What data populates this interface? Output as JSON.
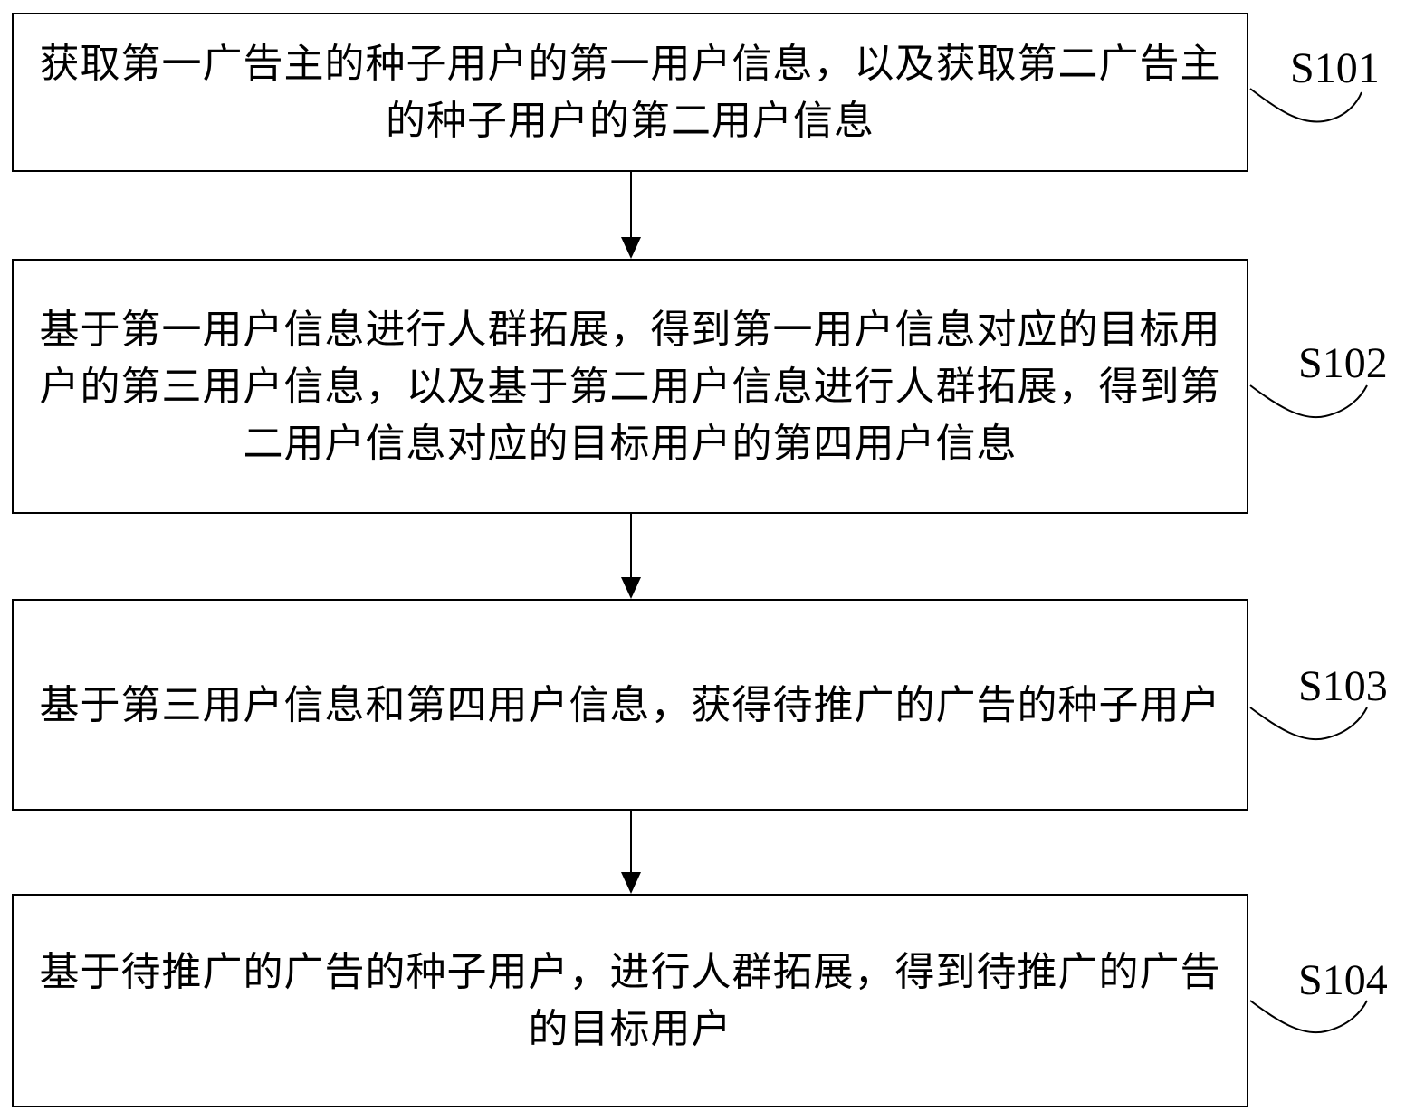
{
  "steps": [
    {
      "id": "S101",
      "text": "获取第一广告主的种子用户的第一用户信息，以及获取第二广告主的种子用户的第二用户信息"
    },
    {
      "id": "S102",
      "text": "基于第一用户信息进行人群拓展，得到第一用户信息对应的目标用户的第三用户信息，以及基于第二用户信息进行人群拓展，得到第二用户信息对应的目标用户的第四用户信息"
    },
    {
      "id": "S103",
      "text": "基于第三用户信息和第四用户信息，获得待推广的广告的种子用户"
    },
    {
      "id": "S104",
      "text": "基于待推广的广告的种子用户，进行人群拓展，得到待推广的广告的目标用户"
    }
  ]
}
